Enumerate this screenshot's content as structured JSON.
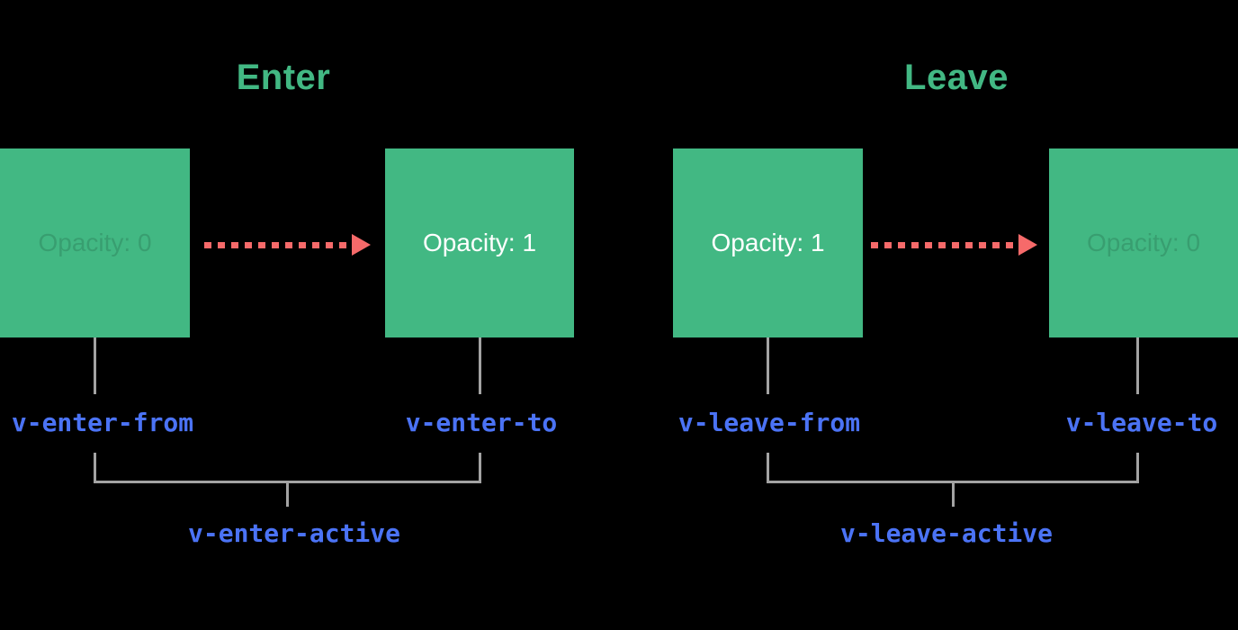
{
  "colors": {
    "background": "#000000",
    "box_green": "#42b883",
    "title_green": "#42b883",
    "label_blue": "#4b73f5",
    "arrow_red": "#f66a6a",
    "line_gray": "#a3a3a3",
    "box_text_light": "#ffffff"
  },
  "enter": {
    "title": "Enter",
    "from_box_label": "Opacity: 0",
    "to_box_label": "Opacity: 1",
    "from_class": "v-enter-from",
    "to_class": "v-enter-to",
    "active_class": "v-enter-active"
  },
  "leave": {
    "title": "Leave",
    "from_box_label": "Opacity: 1",
    "to_box_label": "Opacity: 0",
    "from_class": "v-leave-from",
    "to_class": "v-leave-to",
    "active_class": "v-leave-active"
  }
}
